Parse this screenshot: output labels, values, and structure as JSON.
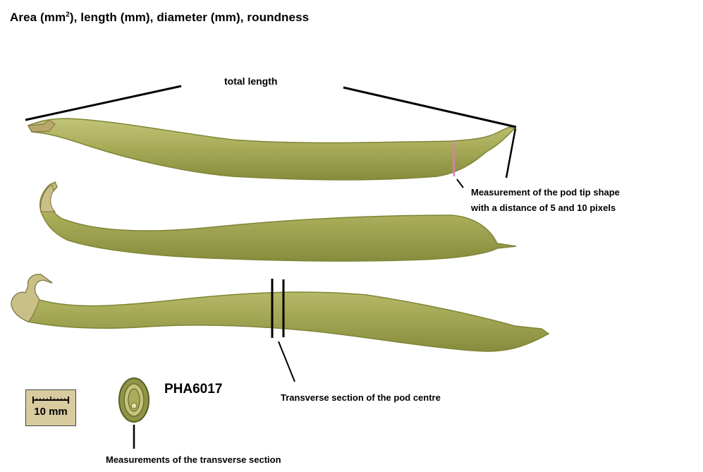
{
  "title": {
    "prefix": "Area (mm",
    "superscript": "2",
    "suffix": "), length (mm), diameter (mm), roundness"
  },
  "labels": {
    "total_length": "total length",
    "tip_shape_line1": "Measurement of the pod tip shape",
    "tip_shape_line2": "with a distance of 5 and 10 pixels",
    "accession_id": "PHA6017",
    "transverse_centre": "Transverse section of the pod centre",
    "transverse_section": "Measurements of the transverse section"
  },
  "scale_bar": {
    "label": "10 mm"
  },
  "colors": {
    "pod_fill": "#a9ad5a",
    "pod_edge": "#7f8536",
    "tip_marker": "#e07ac0",
    "annotation_line": "#000000",
    "scale_bg": "#d8cba0"
  }
}
